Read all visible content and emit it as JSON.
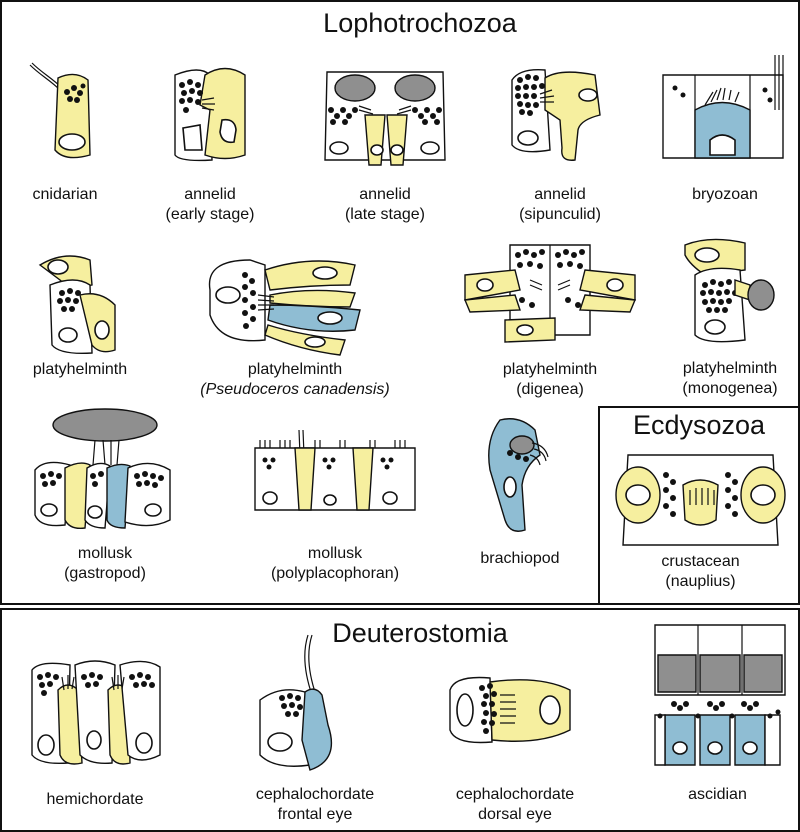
{
  "groups": {
    "lophotrochozoa": "Lophotrochozoa",
    "ecdysozoa": "Ecdysozoa",
    "deuterostomia": "Deuterostomia"
  },
  "colors": {
    "rhabdomeric_cell": "#f6ef9f",
    "ciliary_cell": "#8fbdd3",
    "lens": "#8f8f8f",
    "pigment": "#111111"
  },
  "captions": {
    "cnidarian": [
      "cnidarian"
    ],
    "annelid_early": [
      "annelid",
      "(early stage)"
    ],
    "annelid_late": [
      "annelid",
      "(late stage)"
    ],
    "annelid_sipunculid": [
      "annelid",
      "(sipunculid)"
    ],
    "bryozoan": [
      "bryozoan"
    ],
    "platy1": [
      "platyhelminth"
    ],
    "platy_pseudoceros": [
      "platyhelminth",
      "(Pseudoceros canadensis)"
    ],
    "platy_digenea": [
      "platyhelminth",
      "(digenea)"
    ],
    "platy_monogenea": [
      "platyhelminth",
      "(monogenea)"
    ],
    "mollusk_gastropod": [
      "mollusk",
      "(gastropod)"
    ],
    "mollusk_polyplacophoran": [
      "mollusk",
      "(polyplacophoran)"
    ],
    "brachiopod": [
      "brachiopod"
    ],
    "crustacean": [
      "crustacean",
      "(nauplius)"
    ],
    "hemichordate": [
      "hemichordate"
    ],
    "cephalo_frontal": [
      "cephalochordate",
      "frontal eye"
    ],
    "cephalo_dorsal": [
      "cephalochordate",
      "dorsal eye"
    ],
    "ascidian": [
      "ascidian"
    ]
  }
}
